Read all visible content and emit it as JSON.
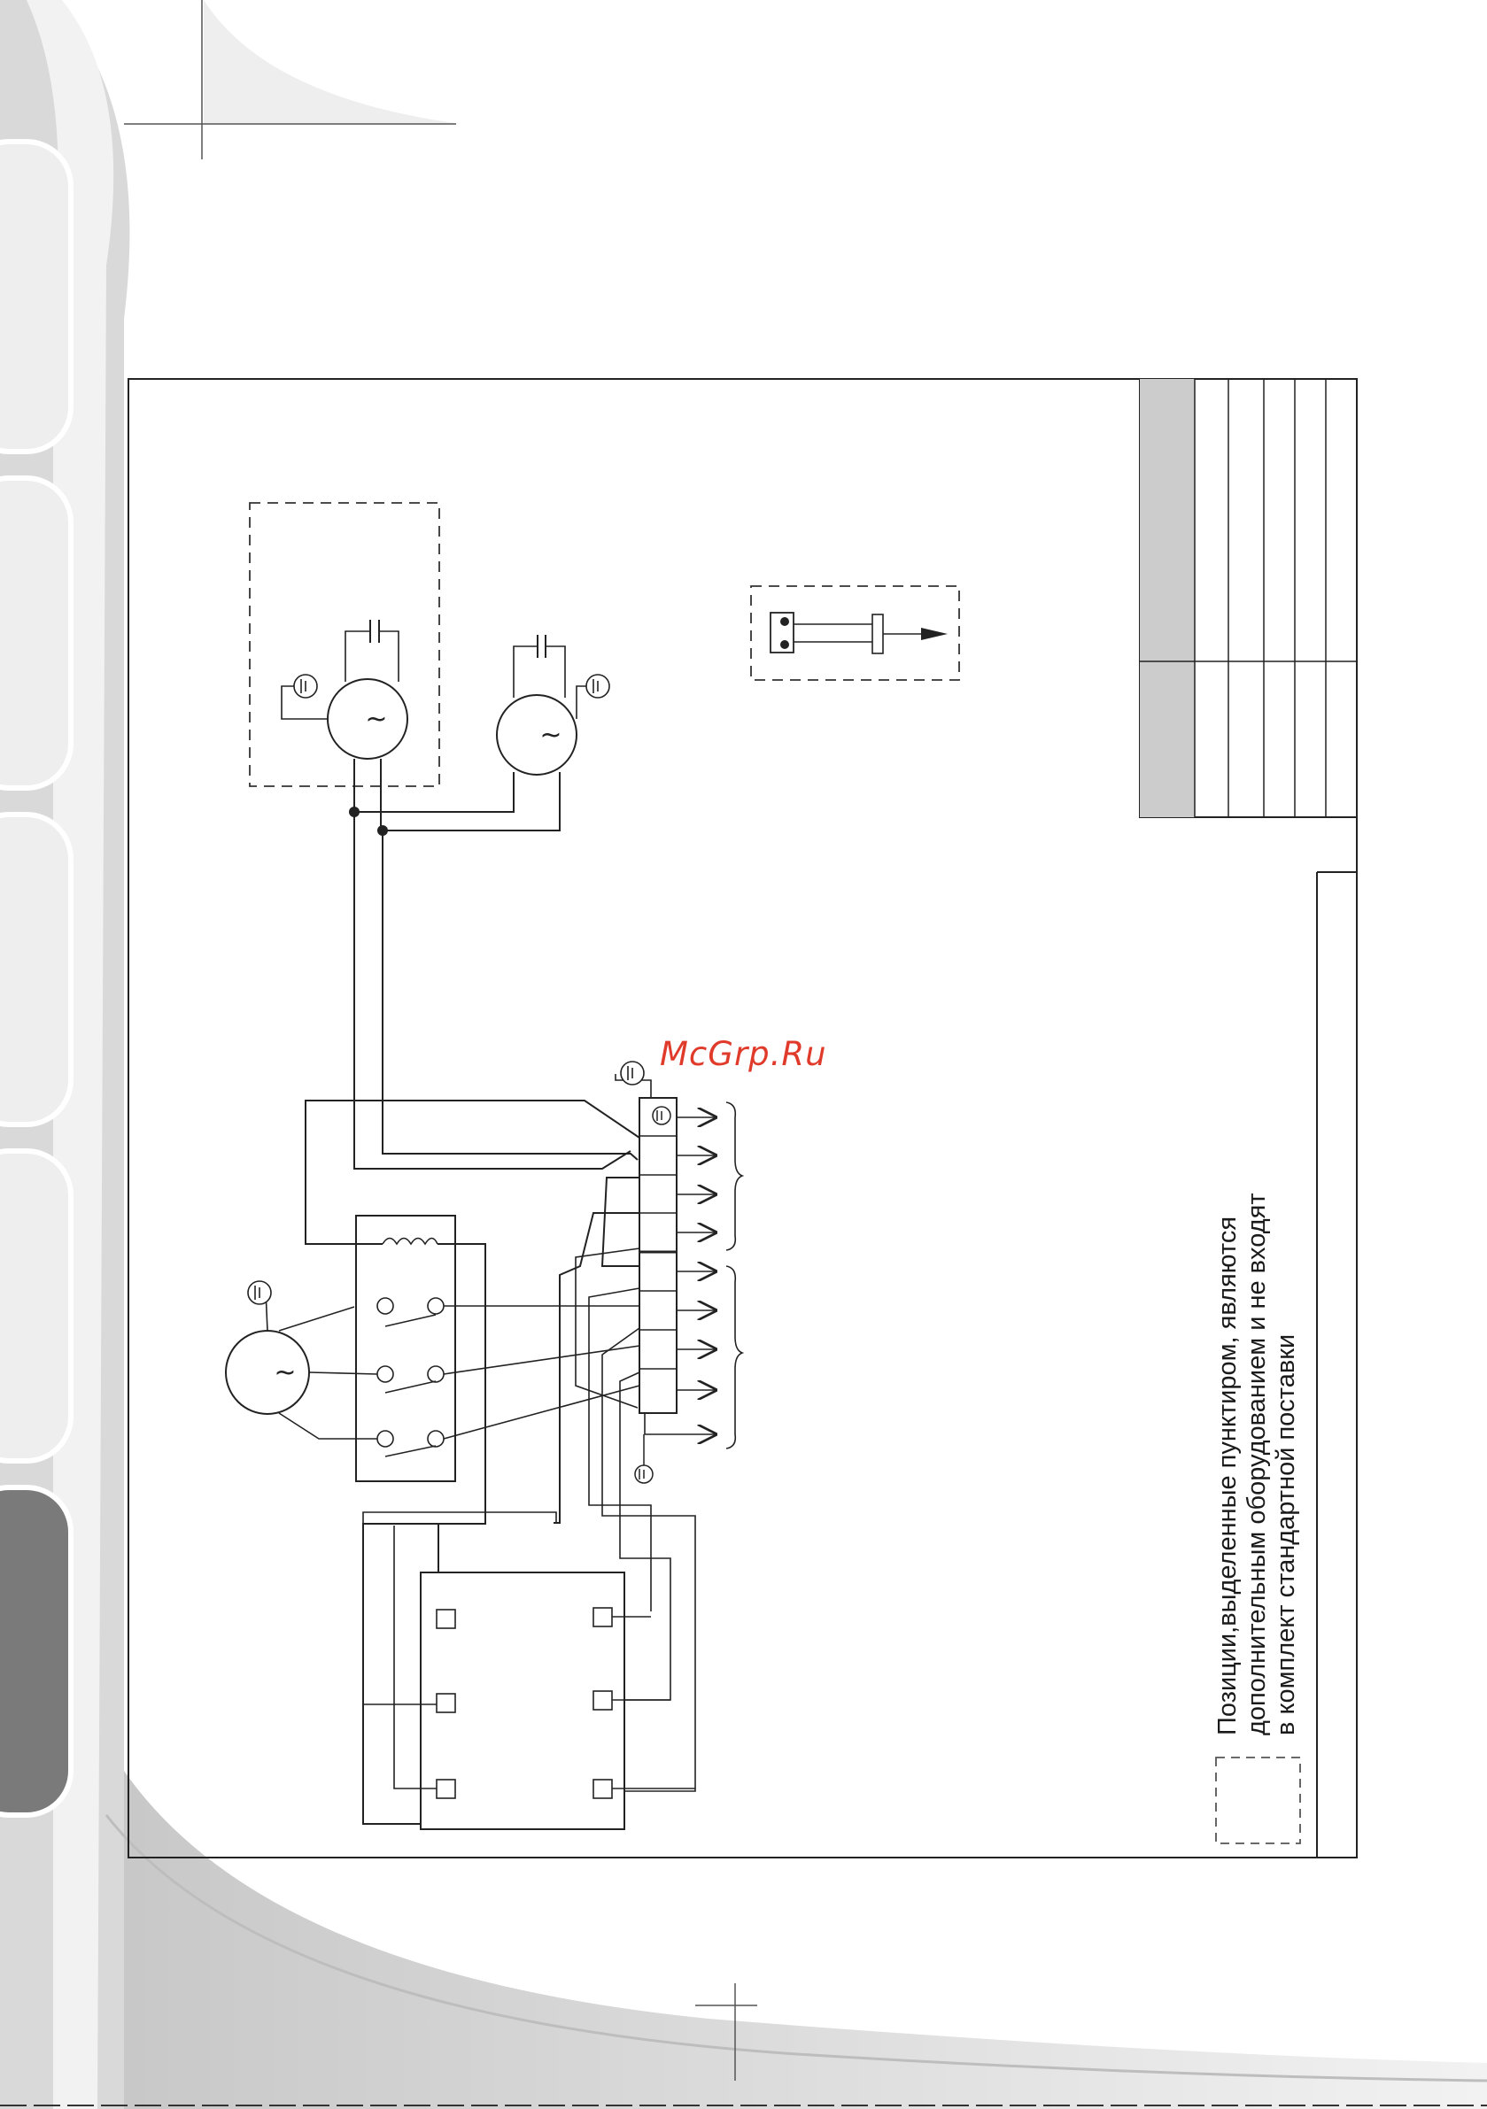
{
  "watermark": "McGrp.Ru",
  "legend": {
    "lines": [
      "Позиции,выделенные пунктиром, являются",
      "дополнительным оборудованием и не входят",
      "в комплект стандартной поставки"
    ]
  },
  "symbols": {
    "motor": "~"
  },
  "colors": {
    "watermark": "#e03a2a",
    "side_tab_light": "#eeeeee",
    "side_tab_dark": "#7a7a7a",
    "title_block_fill": "#cccccc"
  },
  "icons": [
    "ground-icon",
    "motor-icon",
    "capacitor-icon",
    "thermostat-sensor-icon",
    "arrow-icon"
  ]
}
